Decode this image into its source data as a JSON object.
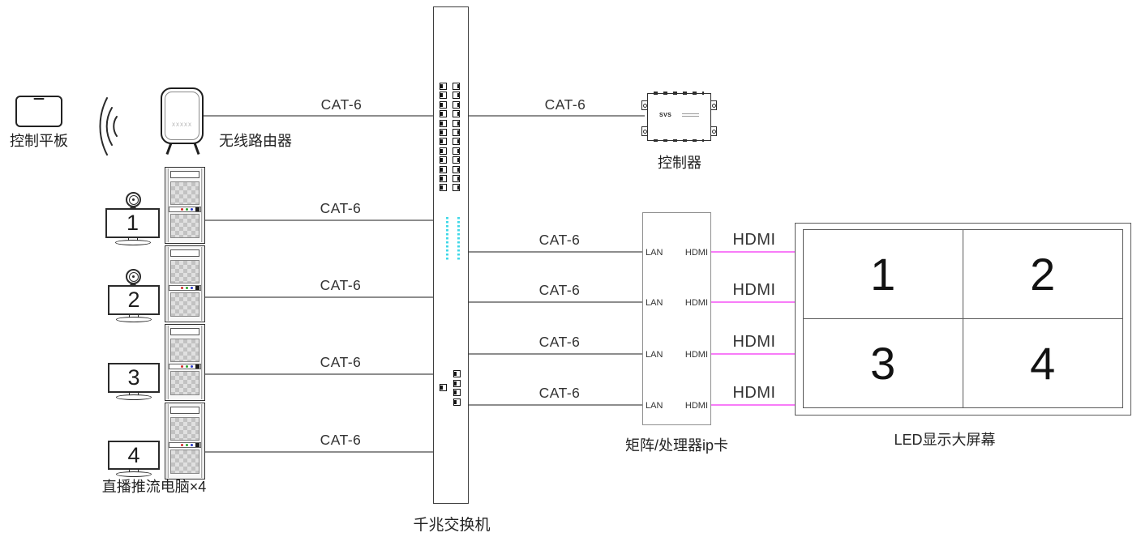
{
  "diagram": {
    "control_tablet": {
      "label": "控制平板"
    },
    "wireless_router": {
      "label": "无线路由器",
      "screen_text": "XXXXX"
    },
    "gigabit_switch": {
      "label": "千兆交换机"
    },
    "controller": {
      "label": "控制器",
      "brand": "SVS"
    },
    "matrix_card": {
      "label": "矩阵/处理器ip卡",
      "rows": [
        {
          "lan": "LAN",
          "hdmi": "HDMI"
        },
        {
          "lan": "LAN",
          "hdmi": "HDMI"
        },
        {
          "lan": "LAN",
          "hdmi": "HDMI"
        },
        {
          "lan": "LAN",
          "hdmi": "HDMI"
        }
      ]
    },
    "led_wall": {
      "label": "LED显示大屏幕",
      "cells": [
        "1",
        "2",
        "3",
        "4"
      ]
    },
    "streaming_computers": {
      "label": "直播推流电脑×4",
      "monitor_numbers": [
        "1",
        "2",
        "3",
        "4"
      ]
    },
    "links": {
      "cat6": "CAT-6",
      "hdmi": "HDMI"
    }
  },
  "colors": {
    "line": "#8d8d8d",
    "hdmi_line": "#f87cf8",
    "switch_led": "#40d8e8",
    "led_red": "#d42a2a",
    "led_green": "#2ca32c",
    "led_blue": "#2738c8",
    "text": "#2f2f2f"
  }
}
